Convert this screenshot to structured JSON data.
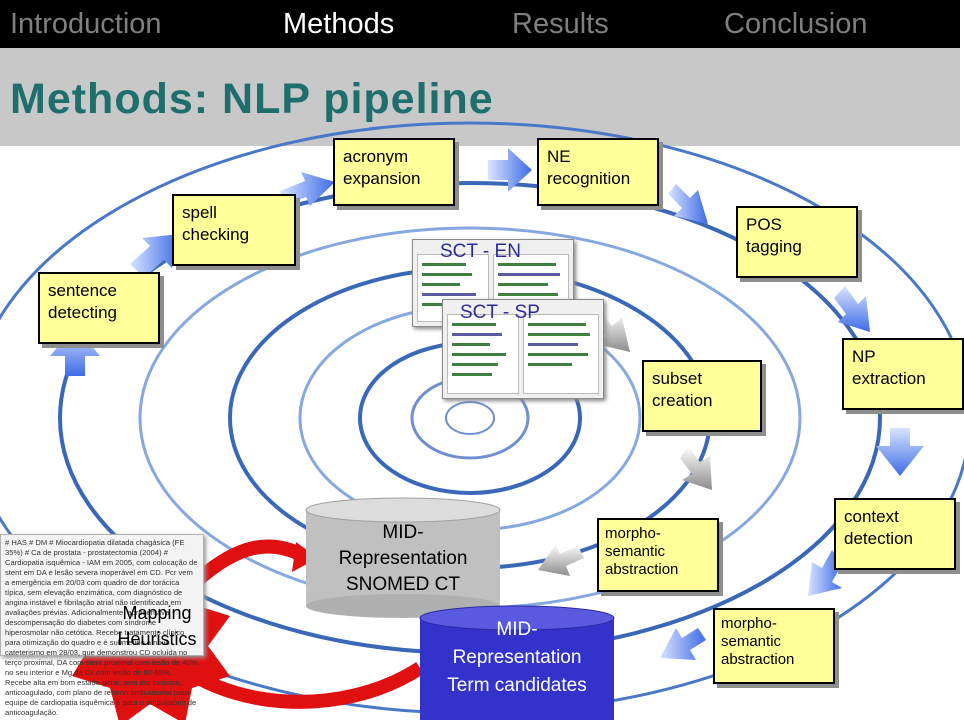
{
  "nav": {
    "items": [
      {
        "label": "Introduction",
        "active": false
      },
      {
        "label": "Methods",
        "active": true
      },
      {
        "label": "Results",
        "active": false
      },
      {
        "label": "Conclusion",
        "active": false
      }
    ]
  },
  "title": "Methods: NLP pipeline",
  "pipeline": {
    "steps": [
      {
        "lines": [
          "sentence",
          "detecting"
        ]
      },
      {
        "lines": [
          "spell",
          "checking"
        ]
      },
      {
        "lines": [
          "acronym",
          "expansion"
        ]
      },
      {
        "lines": [
          "NE",
          "recognition"
        ]
      },
      {
        "lines": [
          "POS",
          "tagging"
        ]
      },
      {
        "lines": [
          "NP",
          "extraction"
        ]
      },
      {
        "lines": [
          "context",
          "detection"
        ]
      },
      {
        "lines": [
          "morpho-",
          "semantic",
          "abstraction"
        ]
      },
      {
        "lines": [
          "subset",
          "creation"
        ]
      },
      {
        "lines": [
          "morpho-",
          "semantic",
          "abstraction"
        ]
      }
    ]
  },
  "screenshots": {
    "en_label": "SCT - EN",
    "sp_label": "SCT - SP"
  },
  "source_document": {
    "text": "# HAS # DM # Miocardiopatia dilatada chagásica (FE 35%) # Ca de prostata - prostatectomia (2004) # Cardiopatia isquêmica - IAM em 2005, com colocação de stent em DA e lesão severa inoperável em CD. Pcr vem a emergência em 20/03 com quadro de dor torácica típica, sem elevação enzimática, com diagnóstico de angina instável e fibrilação atrial não identificada em avaliações prévias. Adicionalmente, apresentava descompensação do diabetes com síndrome hiperosmolar não cetótica. Recebe tratamento clínico para otimização do quadro e é submetido a novo cateterismo em 28/03, que demonstrou CD ocluída no terço proximal, DA com stent proximal com lesão de 40% no seu interior e Mg de Cx com lesão de 60-65%. Recebe alta em bom estado geral, sem dor torácica, anticoagulado, com plano de retorno ambulatorial para equipe de cardiopatia isquêmica e para o ambulatório de anticoagulação."
  },
  "databases": {
    "snomed": {
      "lines": [
        "MID-",
        "Representation",
        "SNOMED CT"
      ]
    },
    "candidates": {
      "lines": [
        "MID-",
        "Representation",
        "Term candidates"
      ]
    }
  },
  "heuristics": {
    "lines": [
      "Mapping",
      "Heuristics"
    ]
  },
  "colors": {
    "title": "#1f6e6e",
    "step_box": "#ffff99",
    "arrow_blue": "#6b8df0",
    "arrow_gray": "#a8a8a8",
    "heuristics_red": "#e01010",
    "candidates_db": "#3333cc",
    "snomed_db": "#c0c0c0"
  }
}
